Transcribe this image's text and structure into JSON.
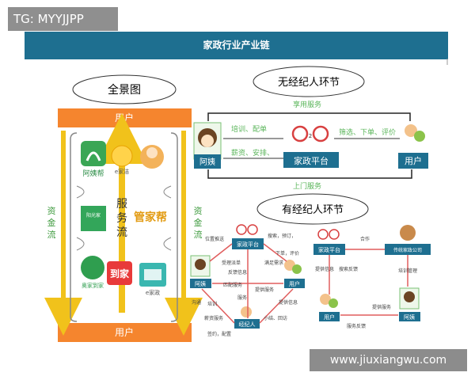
{
  "watermark_top": "TG: MYYJJPP",
  "title": "家政行业产业链",
  "watermark_bottom": "www.jiuxiangwu.com",
  "left_panel": {
    "heading": "全景图",
    "top_bar": "用户",
    "bottom_bar": "用户",
    "left_flow": "资金流",
    "right_flow": "资金流",
    "center_flow": "服务流",
    "apps": [
      "阿姨帮",
      "e家洁",
      "管家帮",
      "阳光家",
      "到家",
      "e家政",
      "奥家到家"
    ]
  },
  "top_right": {
    "heading": "无经纪人环节",
    "top_label": "享用服务",
    "left_actor": "阿姨",
    "center_platform": "家政平台",
    "right_actor": "用户",
    "o2o": "O2O",
    "left_top_label": "培训、配单",
    "left_bottom_label": "薪资、安排、",
    "right_top_label": "筛选、下单、评价",
    "bottom_label": "上门服务"
  },
  "bottom_right": {
    "heading": "有经纪人环节",
    "o2o": "O2O",
    "left_cluster": {
      "platform": "家政平台",
      "actor": "阿姨",
      "user": "用户",
      "agent": "经纪人",
      "labels": [
        "位置推送",
        "搜索，预订，",
        "下单，评价",
        "受理派单",
        "反馈信息",
        "提供服务",
        "沟通",
        "培训",
        "薪资服务",
        "签约，配置",
        "服务",
        "小结、回访",
        "提供信息",
        "匹配服务",
        "满足需求"
      ]
    },
    "right_cluster": {
      "platform": "家政平台",
      "company": "传统家政公司",
      "user": "用户",
      "actor": "阿姨",
      "labels": [
        "合作",
        "搜索反馈",
        "提供信息",
        "培训管理",
        "提供服务",
        "服务反馈"
      ]
    }
  }
}
